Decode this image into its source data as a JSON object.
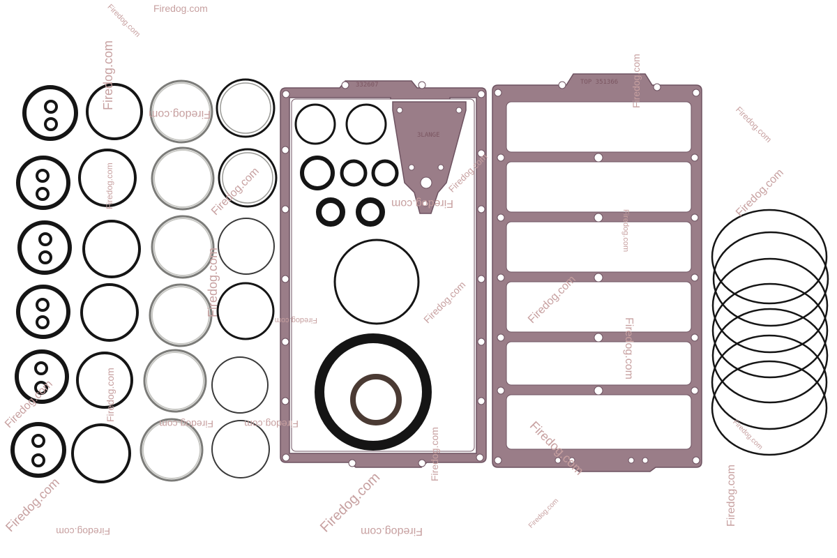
{
  "image": {
    "subject": "gasket-and-seal-kit",
    "gasket_part_label_1": "332607",
    "gasket_part_label_2": "TOP 351366",
    "plate_label": "3LANGE",
    "watermark_text": "Firedog.com"
  },
  "colors": {
    "gasket_fill": "#9a7d88",
    "gasket_edge": "#6d5260",
    "oring": "#151515",
    "seal_brown": "#4a3a33",
    "watermark": "#c7a0a0",
    "background": "#ffffff"
  }
}
